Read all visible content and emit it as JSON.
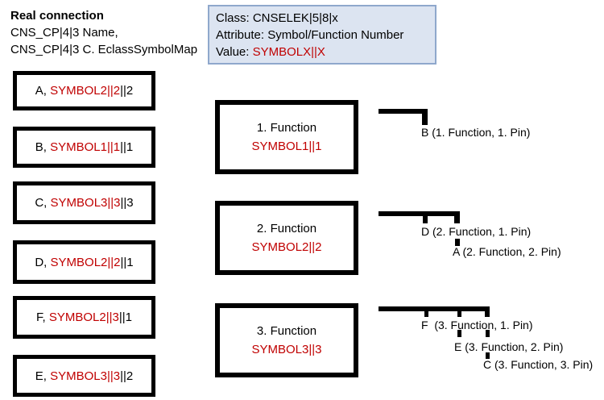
{
  "header": {
    "title": "Real connection",
    "line1": "CNS_CP|4|3 Name,",
    "line2": "CNS_CP|4|3 C. EclassSymbolMap"
  },
  "info_box": {
    "class_line": "Class: CNSELEK|5|8|x",
    "attribute_line": "Attribute: Symbol/Function Number",
    "value_label": "Value: ",
    "value_red": "SYMBOLX||X"
  },
  "connections": [
    {
      "prefix": "A, ",
      "red": "SYMBOL2||2",
      "suffix": "||2"
    },
    {
      "prefix": "B, ",
      "red": "SYMBOL1||1",
      "suffix": "||1"
    },
    {
      "prefix": "C, ",
      "red": "SYMBOL3||3",
      "suffix": "||3"
    },
    {
      "prefix": "D, ",
      "red": "SYMBOL2||2",
      "suffix": "||1"
    },
    {
      "prefix": "F, ",
      "red": "SYMBOL2||3",
      "suffix": "||1"
    },
    {
      "prefix": "E, ",
      "red": "SYMBOL3||3",
      "suffix": "||2"
    }
  ],
  "functions": [
    {
      "name": "1. Function",
      "symbol": "SYMBOL1||1",
      "pins": [
        "B (1. Function, 1. Pin)"
      ]
    },
    {
      "name": "2. Function",
      "symbol": "SYMBOL2||2",
      "pins": [
        "D (2. Function, 1. Pin)",
        "A (2. Function, 2. Pin)"
      ]
    },
    {
      "name": "3. Function",
      "symbol": "SYMBOL3||3",
      "pins": [
        "F  (3. Function, 1. Pin)",
        "E (3. Function, 2. Pin)",
        "C (3. Function, 3. Pin)"
      ]
    }
  ],
  "colors": {
    "accent_red": "#c00000",
    "line_black": "#000000",
    "info_box_bg": "#dce4f1",
    "info_box_border": "#8fa8cc"
  }
}
